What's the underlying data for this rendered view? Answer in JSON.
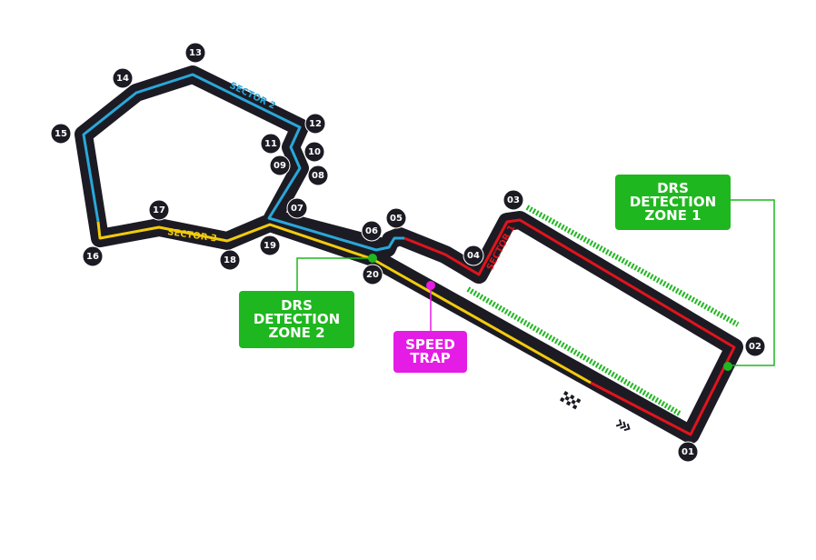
{
  "colors": {
    "track": "#1c1b24",
    "sector1": "#e0141b",
    "sector2": "#2aa7d9",
    "sector3": "#f2cb0c",
    "drs": "#1fb71f",
    "speed_trap": "#e51ce5"
  },
  "sectors": [
    "SECTOR 1",
    "SECTOR 2",
    "SECTOR 3"
  ],
  "turns": [
    "01",
    "02",
    "03",
    "04",
    "05",
    "06",
    "07",
    "08",
    "09",
    "10",
    "11",
    "12",
    "13",
    "14",
    "15",
    "16",
    "17",
    "18",
    "19",
    "20"
  ],
  "drs_zone_1": {
    "line1": "DRS",
    "line2": "DETECTION",
    "line3": "ZONE 1"
  },
  "drs_zone_2": {
    "line1": "DRS",
    "line2": "DETECTION",
    "line3": "ZONE 2"
  },
  "speed_trap": {
    "line1": "SPEED",
    "line2": "TRAP"
  },
  "icons": [
    "chequered-flag-icon",
    "direction-chevrons-icon"
  ]
}
